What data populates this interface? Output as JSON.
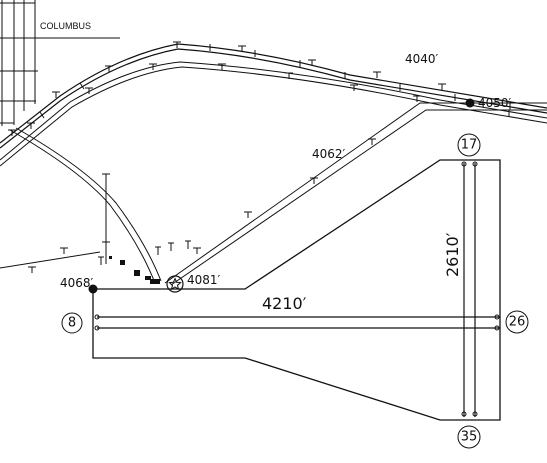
{
  "town": {
    "name": "COLUMBUS"
  },
  "elevations": {
    "road_north_1": "4040′",
    "road_north_2": "4050′",
    "diagonal_road": "4062′",
    "beacon": "4081′",
    "runway_8_end": "4068′"
  },
  "runways": {
    "east_west": {
      "length": "4210′",
      "end_west": "8",
      "end_east": "26"
    },
    "north_south": {
      "length": "2610′",
      "end_north": "17",
      "end_south": "35"
    }
  },
  "colors": {
    "ink": "#111111",
    "background": "#ffffff"
  }
}
